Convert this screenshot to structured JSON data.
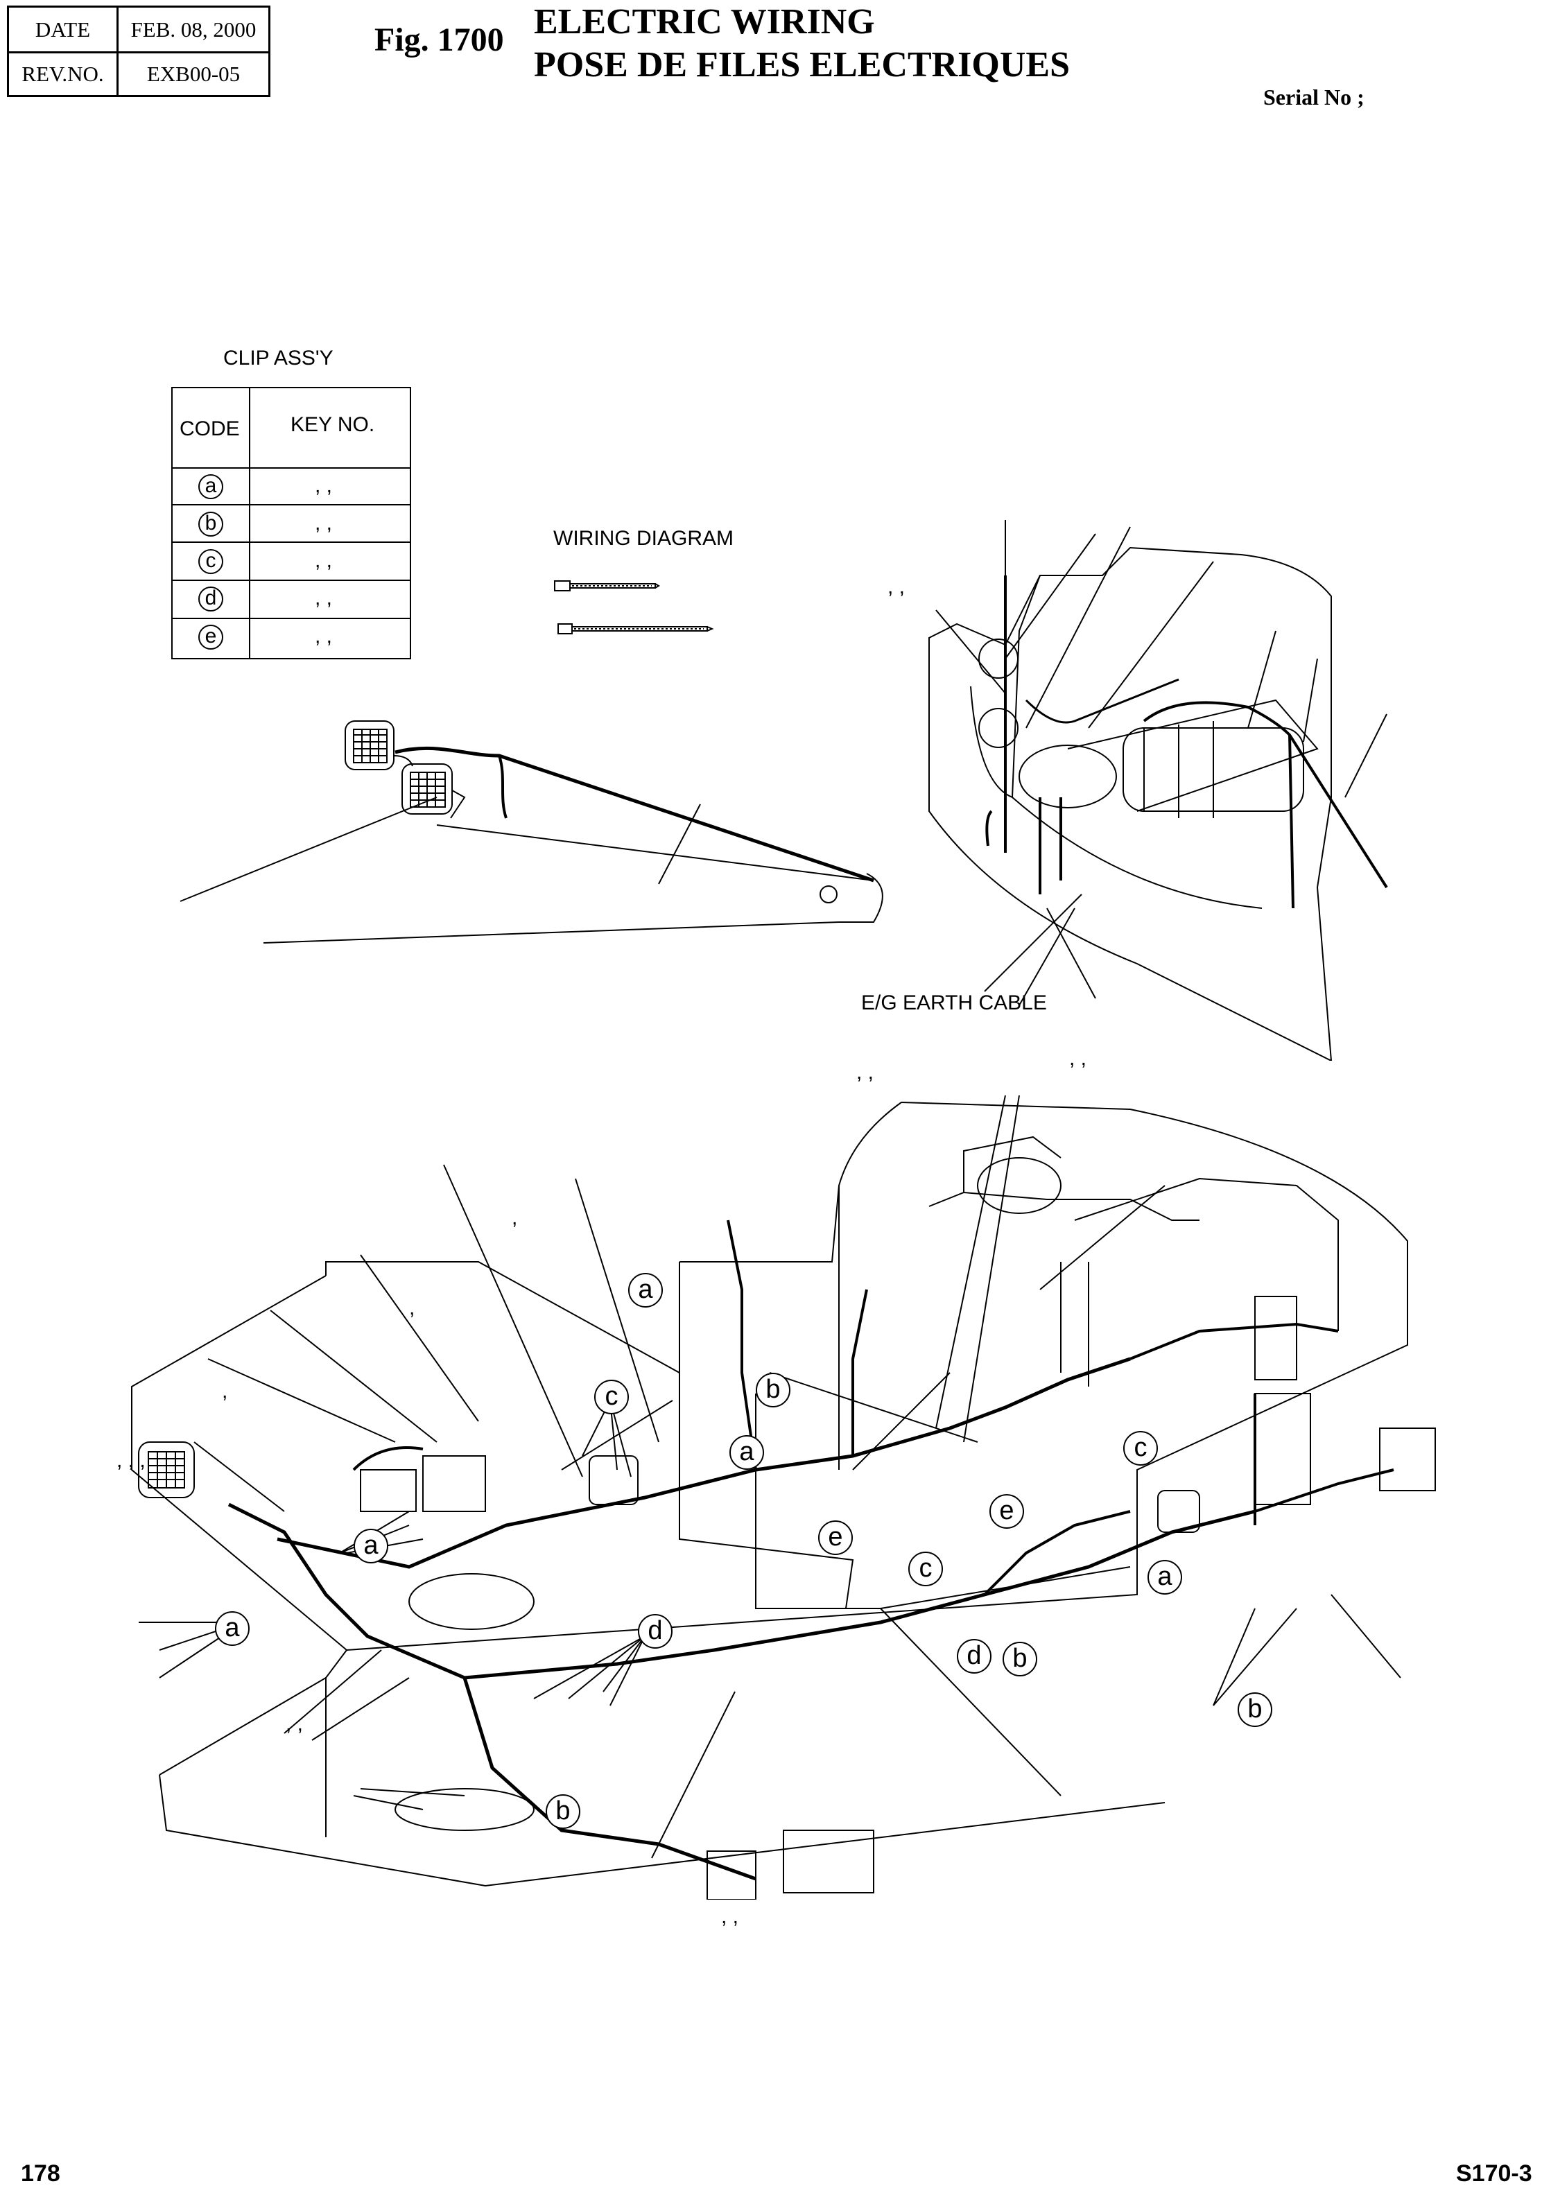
{
  "header": {
    "date_label": "DATE",
    "date_value": "FEB. 08, 2000",
    "rev_label": "REV.NO.",
    "rev_value": "EXB00-05",
    "fig": "Fig. 1700",
    "title_en": "ELECTRIC WIRING",
    "title_fr": "POSE DE FILES ELECTRIQUES",
    "serial": "Serial No ;"
  },
  "clip_table": {
    "title": "CLIP ASS'Y",
    "col_code": "CODE",
    "col_key": "KEY NO.",
    "rows": [
      {
        "code": "a",
        "key": ",    ,"
      },
      {
        "code": "b",
        "key": ",    ,"
      },
      {
        "code": "c",
        "key": ",    ,"
      },
      {
        "code": "d",
        "key": ",    ,"
      },
      {
        "code": "e",
        "key": ",    ,"
      }
    ]
  },
  "labels": {
    "wiring_diagram": "WIRING DIAGRAM",
    "eg_earth_cable": "E/G EARTH CABLE"
  },
  "comma_labels": [
    ",    ,",
    ",  ,",
    ",    ,",
    ",",
    ",",
    ",",
    ",    ,    ,",
    ",    ,",
    ",    ,"
  ],
  "callouts": {
    "a": "a",
    "b": "b",
    "c": "c",
    "d": "d",
    "e": "e"
  },
  "footer": {
    "page": "178",
    "model": "S170-3"
  }
}
